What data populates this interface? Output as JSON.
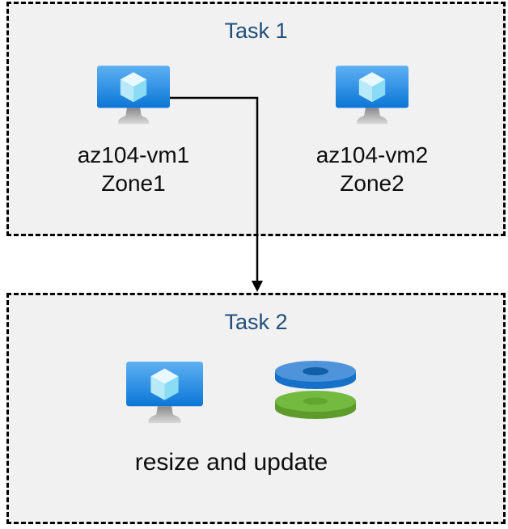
{
  "diagram": {
    "task1": {
      "title": "Task 1",
      "vms": [
        {
          "name": "az104-vm1",
          "zone": "Zone1",
          "icon": "virtual-machine-icon"
        },
        {
          "name": "az104-vm2",
          "zone": "Zone2",
          "icon": "virtual-machine-icon"
        }
      ]
    },
    "task2": {
      "title": "Task 2",
      "caption": "resize and update",
      "icons": [
        "virtual-machine-icon",
        "disks-icon"
      ]
    },
    "connector": {
      "from": "az104-vm1",
      "to": "Task 2",
      "style": "elbow-arrow"
    }
  },
  "colors": {
    "box_background": "#f1f1f1",
    "box_border": "#000000",
    "title_text": "#1f4e79",
    "label_text": "#0d0d0d",
    "vm_screen_top": "#5fb0f2",
    "vm_screen_bottom": "#0b76d6",
    "cube_top": "#e9f8fe",
    "cube_left": "#b7e9f9",
    "cube_right": "#8adcf5",
    "disk_blue_top": "#4f94db",
    "disk_blue_side": "#1672c9",
    "disk_blue_hole": "#115fa6",
    "disk_green_top": "#74ba41",
    "disk_green_side": "#5d9c2b",
    "disk_green_hole": "#62a52f",
    "arrow": "#000000"
  }
}
